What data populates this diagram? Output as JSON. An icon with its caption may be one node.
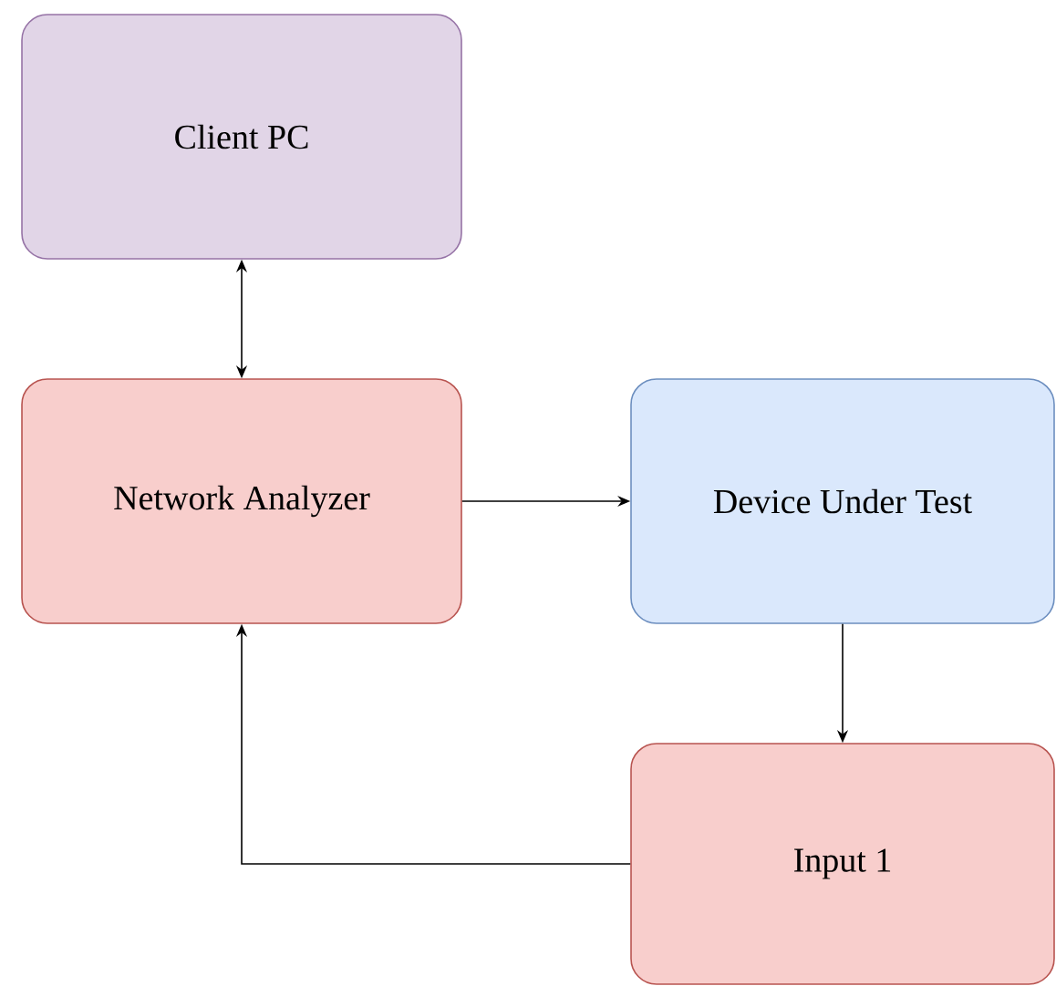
{
  "diagram": {
    "nodes": [
      {
        "text": [
          "Client PC"
        ]
      },
      {
        "text": [
          "Network Analyzer"
        ]
      },
      {
        "text": [
          "Device Under Test"
        ]
      },
      {
        "text": [
          "Input 1"
        ]
      }
    ],
    "edges": [
      {
        "from": 0,
        "to": 1,
        "arrow": "both"
      },
      {
        "from": 1,
        "to": 2,
        "arrow": "to"
      },
      {
        "from": 2,
        "to": 3,
        "arrow": "to"
      },
      {
        "from": 3,
        "to": 1,
        "arrow": "to"
      }
    ]
  }
}
